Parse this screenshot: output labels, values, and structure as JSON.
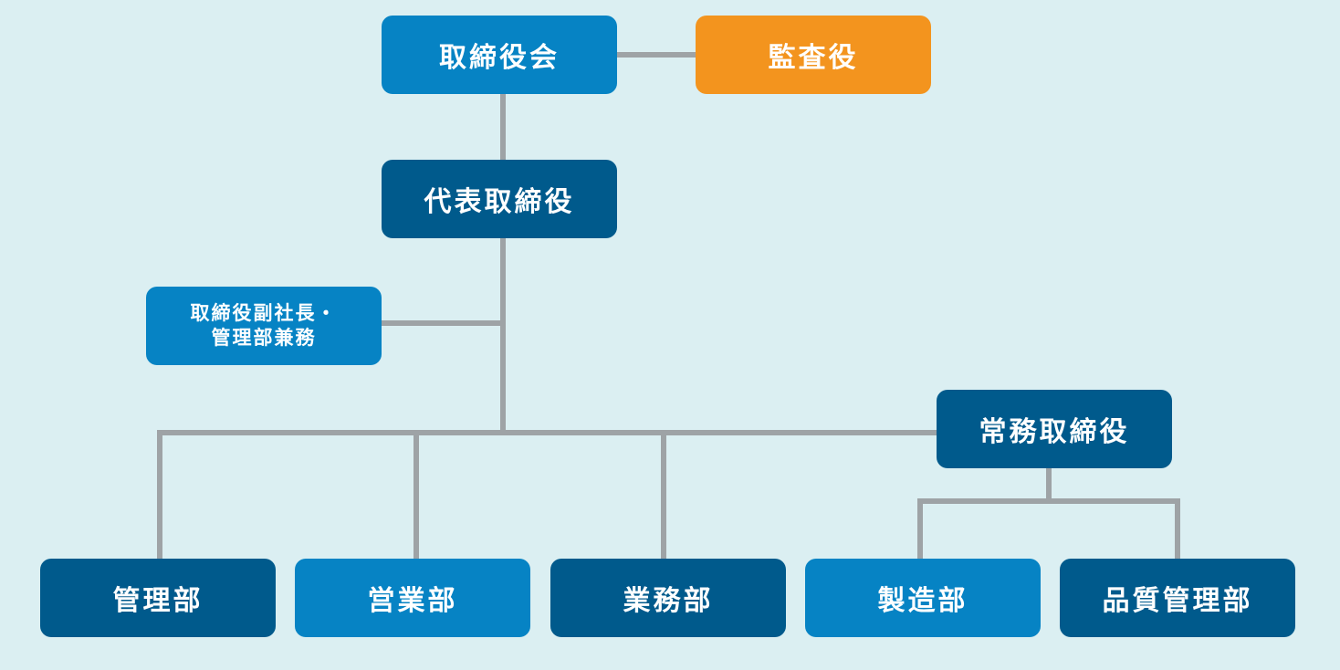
{
  "colors": {
    "background": "#dbeff2",
    "dark_blue": "#005a8c",
    "light_blue": "#0683c4",
    "orange": "#f3941e",
    "connector": "#9ea3a6"
  },
  "nodes": {
    "board": "取締役会",
    "auditor": "監査役",
    "president": "代表取締役",
    "vice_president_line1": "取締役副社長・",
    "vice_president_line2": "管理部兼務",
    "managing_director": "常務取締役",
    "admin_dept": "管理部",
    "sales_dept": "営業部",
    "business_dept": "業務部",
    "manufacturing_dept": "製造部",
    "quality_dept": "品質管理部"
  }
}
